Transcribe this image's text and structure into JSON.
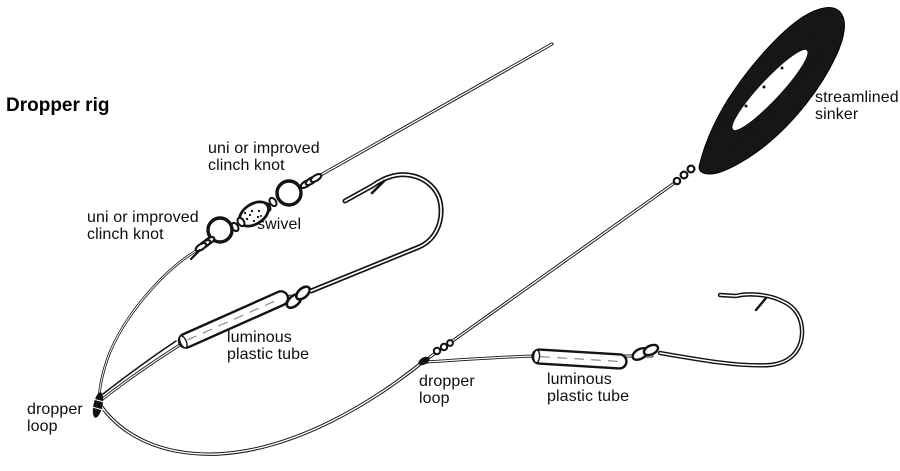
{
  "figure": {
    "title": "Dropper rig",
    "ink_color": "#111111",
    "background_color": "#ffffff"
  },
  "labels": {
    "clinch_knot_upper": "uni or improved\nclinch knot",
    "clinch_knot_lower": "uni or improved\nclinch knot",
    "swivel": "swivel",
    "sinker": "streamlined\nsinker",
    "tube_left": "luminous\nplastic tube",
    "loop_left": "dropper\nloop",
    "loop_right": "dropper\nloop",
    "tube_right": "luminous\nplastic tube"
  }
}
